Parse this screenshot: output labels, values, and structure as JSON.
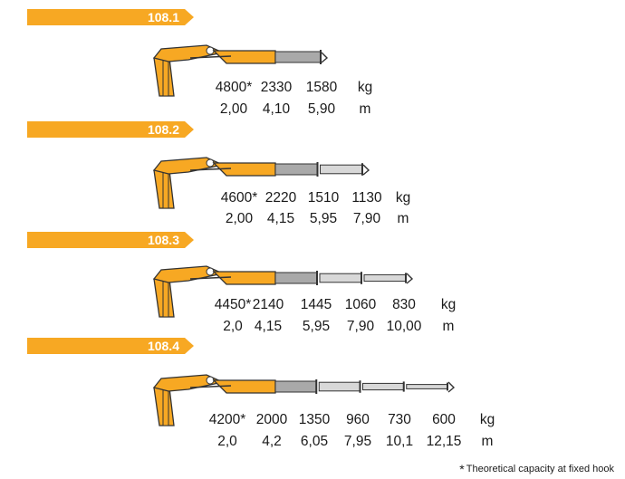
{
  "colors": {
    "accent": "#f7a823",
    "boom_grey": "#a9a9a9",
    "outline": "#333333"
  },
  "cranes": [
    {
      "model": "108.1",
      "grey_sections": 1,
      "capacities": [
        "4800*",
        "2330",
        "1580"
      ],
      "reaches": [
        "2,00",
        "4,10",
        "5,90"
      ],
      "capacity_unit": "kg",
      "reach_unit": "m"
    },
    {
      "model": "108.2",
      "grey_sections": 2,
      "capacities": [
        "4600*",
        "2220",
        "1510",
        "1130"
      ],
      "reaches": [
        "2,00",
        "4,15",
        "5,95",
        "7,90"
      ],
      "capacity_unit": "kg",
      "reach_unit": "m"
    },
    {
      "model": "108.3",
      "grey_sections": 3,
      "capacities": [
        "4450*",
        "2140",
        "1445",
        "1060",
        "830"
      ],
      "reaches": [
        "2,0",
        "4,15",
        "5,95",
        "7,90",
        "10,00"
      ],
      "capacity_unit": "kg",
      "reach_unit": "m"
    },
    {
      "model": "108.4",
      "grey_sections": 4,
      "capacities": [
        "4200*",
        "2000",
        "1350",
        "960",
        "730",
        "600"
      ],
      "reaches": [
        "2,0",
        "4,2",
        "6,05",
        "7,95",
        "10,1",
        "12,15"
      ],
      "capacity_unit": "kg",
      "reach_unit": "m"
    }
  ],
  "footnote": {
    "marker": "*",
    "text": "Theoretical capacity at fixed hook"
  }
}
